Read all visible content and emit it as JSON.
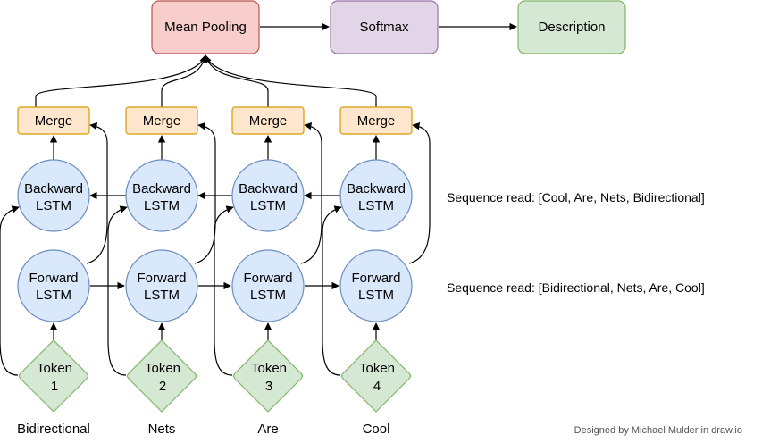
{
  "top": {
    "pooling": "Mean Pooling",
    "softmax": "Softmax",
    "description": "Description"
  },
  "columns": [
    {
      "merge": "Merge",
      "backward_l1": "Backward",
      "backward_l2": "LSTM",
      "forward_l1": "Forward",
      "forward_l2": "LSTM",
      "token_l1": "Token",
      "token_l2": "1",
      "word": "Bidirectional"
    },
    {
      "merge": "Merge",
      "backward_l1": "Backward",
      "backward_l2": "LSTM",
      "forward_l1": "Forward",
      "forward_l2": "LSTM",
      "token_l1": "Token",
      "token_l2": "2",
      "word": "Nets"
    },
    {
      "merge": "Merge",
      "backward_l1": "Backward",
      "backward_l2": "LSTM",
      "forward_l1": "Forward",
      "forward_l2": "LSTM",
      "token_l1": "Token",
      "token_l2": "3",
      "word": "Are"
    },
    {
      "merge": "Merge",
      "backward_l1": "Backward",
      "backward_l2": "LSTM",
      "forward_l1": "Forward",
      "forward_l2": "LSTM",
      "token_l1": "Token",
      "token_l2": "4",
      "word": "Cool"
    }
  ],
  "annotations": {
    "backward_sequence": "Sequence read: [Cool, Are, Nets, Bidirectional]",
    "forward_sequence": "Sequence read: [Bidirectional, Nets, Are, Cool]"
  },
  "credit": "Designed by Michael Mulder in draw.io",
  "colors": {
    "pooling_fill": "#f8cecc",
    "pooling_stroke": "#b85450",
    "softmax_fill": "#e1d5e7",
    "softmax_stroke": "#9673a6",
    "description_fill": "#d5e8d4",
    "description_stroke": "#82b366",
    "merge_fill": "#ffe6cc",
    "merge_stroke": "#d79b00",
    "lstm_fill": "#dae8fc",
    "lstm_stroke": "#6c8ebf",
    "token_fill": "#d5e8d4",
    "token_stroke": "#82b366"
  }
}
